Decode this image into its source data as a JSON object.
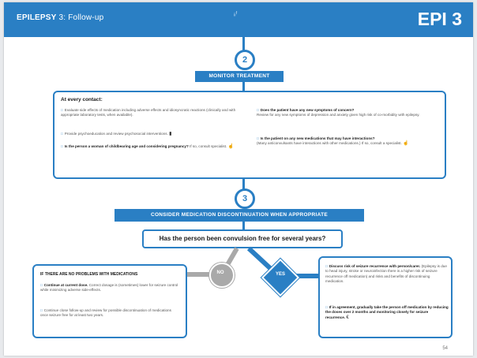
{
  "header": {
    "title_bold": "EPILEPSY",
    "title_sub": " 3: Follow-up",
    "code": "EPI 3",
    "mark": "ᵢᵢᶠ"
  },
  "step2": {
    "number": "2",
    "banner": "MONITOR TREATMENT",
    "box": {
      "heading": "At every contact:",
      "left_items": [
        "Evaluate side effects of medication including adverse effects and idiosyncratic reactions (clinically and with appropriate laboratory tests, when available).",
        "Provide psychoeducation and review psychosocial interventions.",
        "Is the person a woman of childbearing age and considering pregnancy?"
      ],
      "left_item3_suffix": " If so, consult specialist.",
      "right_items": [
        {
          "q": "Does the patient have any new symptoms of concern?",
          "a": "Review for any new symptoms of depression and anxiety given high risk of co-morbidity with epilepsy."
        },
        {
          "q": "Is the patient on any new medications that may have interactions?",
          "a": "(Many anticonvulsants have interactions with other medications.) If so, consult a specialist."
        }
      ]
    }
  },
  "step3": {
    "number": "3",
    "banner": "CONSIDER MEDICATION DISCONTINUATION WHEN APPROPRIATE",
    "question": "Has the person been convulsion free for several years?",
    "no_label": "NO",
    "yes_label": "YES",
    "no_box": {
      "heading": "IF THERE ARE NO PROBLEMS WITH MEDICATIONS",
      "item1_bold": "Continue at current dose.",
      "item1_text": " Correct dosage is (sometimes) lower for seizure control while minimizing adverse side-effects.",
      "item2_text": "Continue close follow-up and review for possible discontinuation of medications once seizure free for at least two years."
    },
    "yes_box": {
      "item1_bold": "Discuss risk of seizure recurrence with person/carer.",
      "item1_text": " (Epilepsy is due to head injury, stroke or neuroinfection there is a higher risk of seizure recurrence off medication) and risks and benefits of discontinuing medication.",
      "item2_bold": "If in agreement, gradually take the person off medication by reducing the doses over 2 months and monitoring closely for seizure recurrence."
    }
  },
  "page_number": "54",
  "colors": {
    "accent": "#2a7fc4",
    "no_grey": "#a9a9a9",
    "page_bg": "#ffffff"
  },
  "icons": [
    "specialist-hand-icon",
    "book-icon",
    "pill-icon"
  ]
}
